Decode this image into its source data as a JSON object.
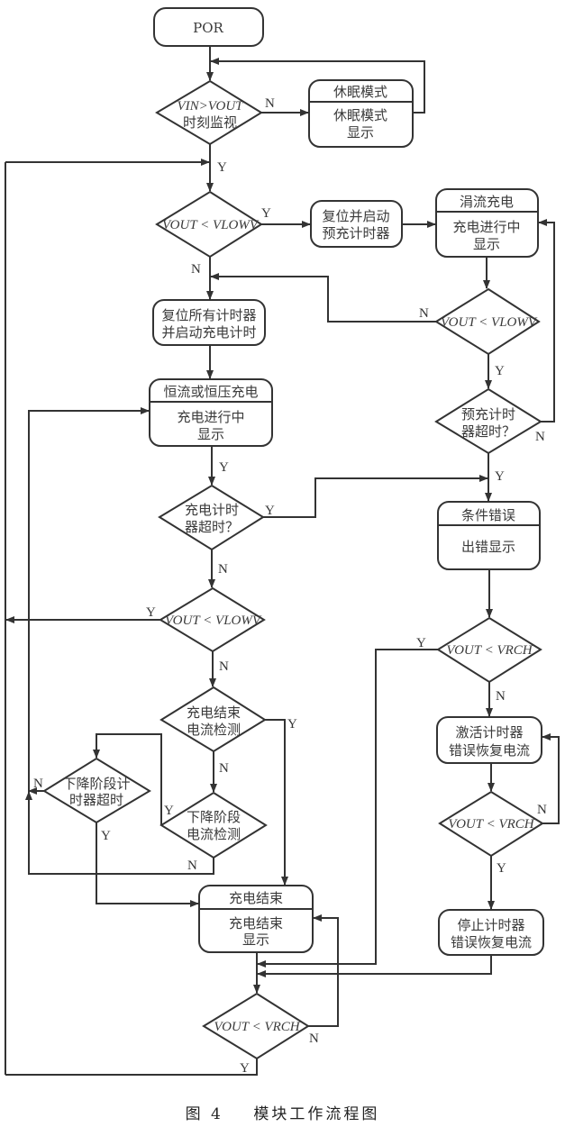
{
  "figure": {
    "caption_number": "图 4",
    "caption_title": "模块工作流程图"
  },
  "nodes": {
    "por": {
      "text": "POR"
    },
    "vin_check": {
      "line1": "VIN>VOUT",
      "line2": "时刻监视"
    },
    "sleep": {
      "title": "休眠模式",
      "body1": "休眠模式",
      "body2": "显示"
    },
    "vlowv_check1": {
      "line1": "VOUT < VLOWV"
    },
    "reset_precharge": {
      "line1": "复位并启动",
      "line2": "预充计时器"
    },
    "trickle": {
      "title": "涓流充电",
      "body1": "充电进行中",
      "body2": "显示"
    },
    "vlowv_check2": {
      "line1": "VOUT < VLOWV"
    },
    "reset_all": {
      "line1": "复位所有计时器",
      "line2": "并启动充电计时"
    },
    "precharge_timeout": {
      "line1": "预充计时",
      "line2": "器超时？"
    },
    "cc_cv": {
      "title": "恒流或恒压充电",
      "body1": "充电进行中",
      "body2": "显示"
    },
    "charge_timeout": {
      "line1": "充电计时",
      "line2": "器超时？"
    },
    "fault": {
      "title": "条件错误",
      "body1": "出错显示"
    },
    "vlowv_check3": {
      "line1": "VOUT < VLOWV"
    },
    "vrch_check1": {
      "line1": "VOUT < VRCH"
    },
    "term_detect": {
      "line1": "充电结束",
      "line2": "电流检测"
    },
    "activate_timer": {
      "line1": "激活计时器",
      "line2": "错误恢复电流"
    },
    "step_timeout": {
      "line1": "下降阶段计",
      "line2": "时器超时"
    },
    "step_detect": {
      "line1": "下降阶段",
      "line2": "电流检测"
    },
    "vrch_check2": {
      "line1": "VOUT < VRCH"
    },
    "done": {
      "title": "充电结束",
      "body1": "充电结束",
      "body2": "显示"
    },
    "stop_timer": {
      "line1": "停止计时器",
      "line2": "错误恢复电流"
    },
    "vrch_check3": {
      "line1": "VOUT < VRCH"
    }
  },
  "edge_labels": {
    "yes": "Y",
    "no": "N"
  }
}
